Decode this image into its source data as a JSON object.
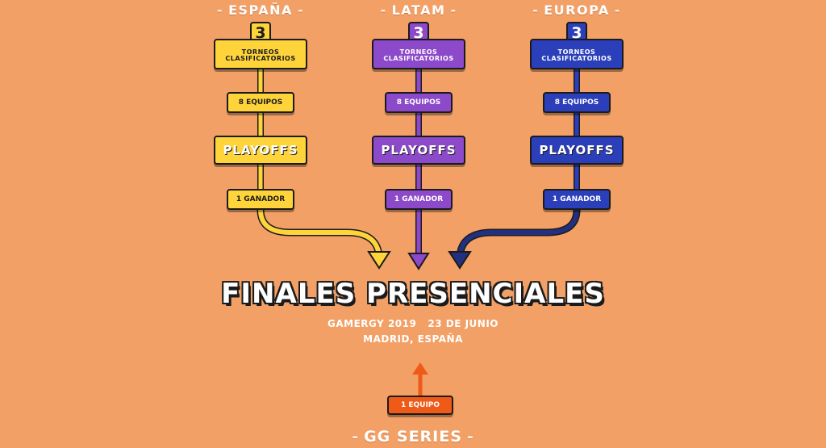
{
  "colors": {
    "background": "#f2a066",
    "espana": "#ffd43a",
    "latam": "#8c49c9",
    "europa": "#2b3fbb",
    "team": "#ef5a18"
  },
  "regions": [
    {
      "name": "ESPAÑA",
      "tournaments_count": "3",
      "tournaments_label_1": "TORNEOS",
      "tournaments_label_2": "CLASIFICATORIOS",
      "teams": "8 EQUIPOS",
      "playoffs": "PLAYOFFS",
      "winner": "1 GANADOR"
    },
    {
      "name": "LATAM",
      "tournaments_count": "3",
      "tournaments_label_1": "TORNEOS",
      "tournaments_label_2": "CLASIFICATORIOS",
      "teams": "8 EQUIPOS",
      "playoffs": "PLAYOFFS",
      "winner": "1 GANADOR"
    },
    {
      "name": "EUROPA",
      "tournaments_count": "3",
      "tournaments_label_1": "TORNEOS",
      "tournaments_label_2": "CLASIFICATORIOS",
      "teams": "8 EQUIPOS",
      "playoffs": "PLAYOFFS",
      "winner": "1 GANADOR"
    }
  ],
  "final": {
    "title": "FINALES PRESENCIALES",
    "event": "GAMERGY 2019",
    "date": "23 DE JUNIO",
    "location": "MADRID, ESPAÑA"
  },
  "gg_series": {
    "team": "1 EQUIPO",
    "name": "GG SERIES"
  }
}
